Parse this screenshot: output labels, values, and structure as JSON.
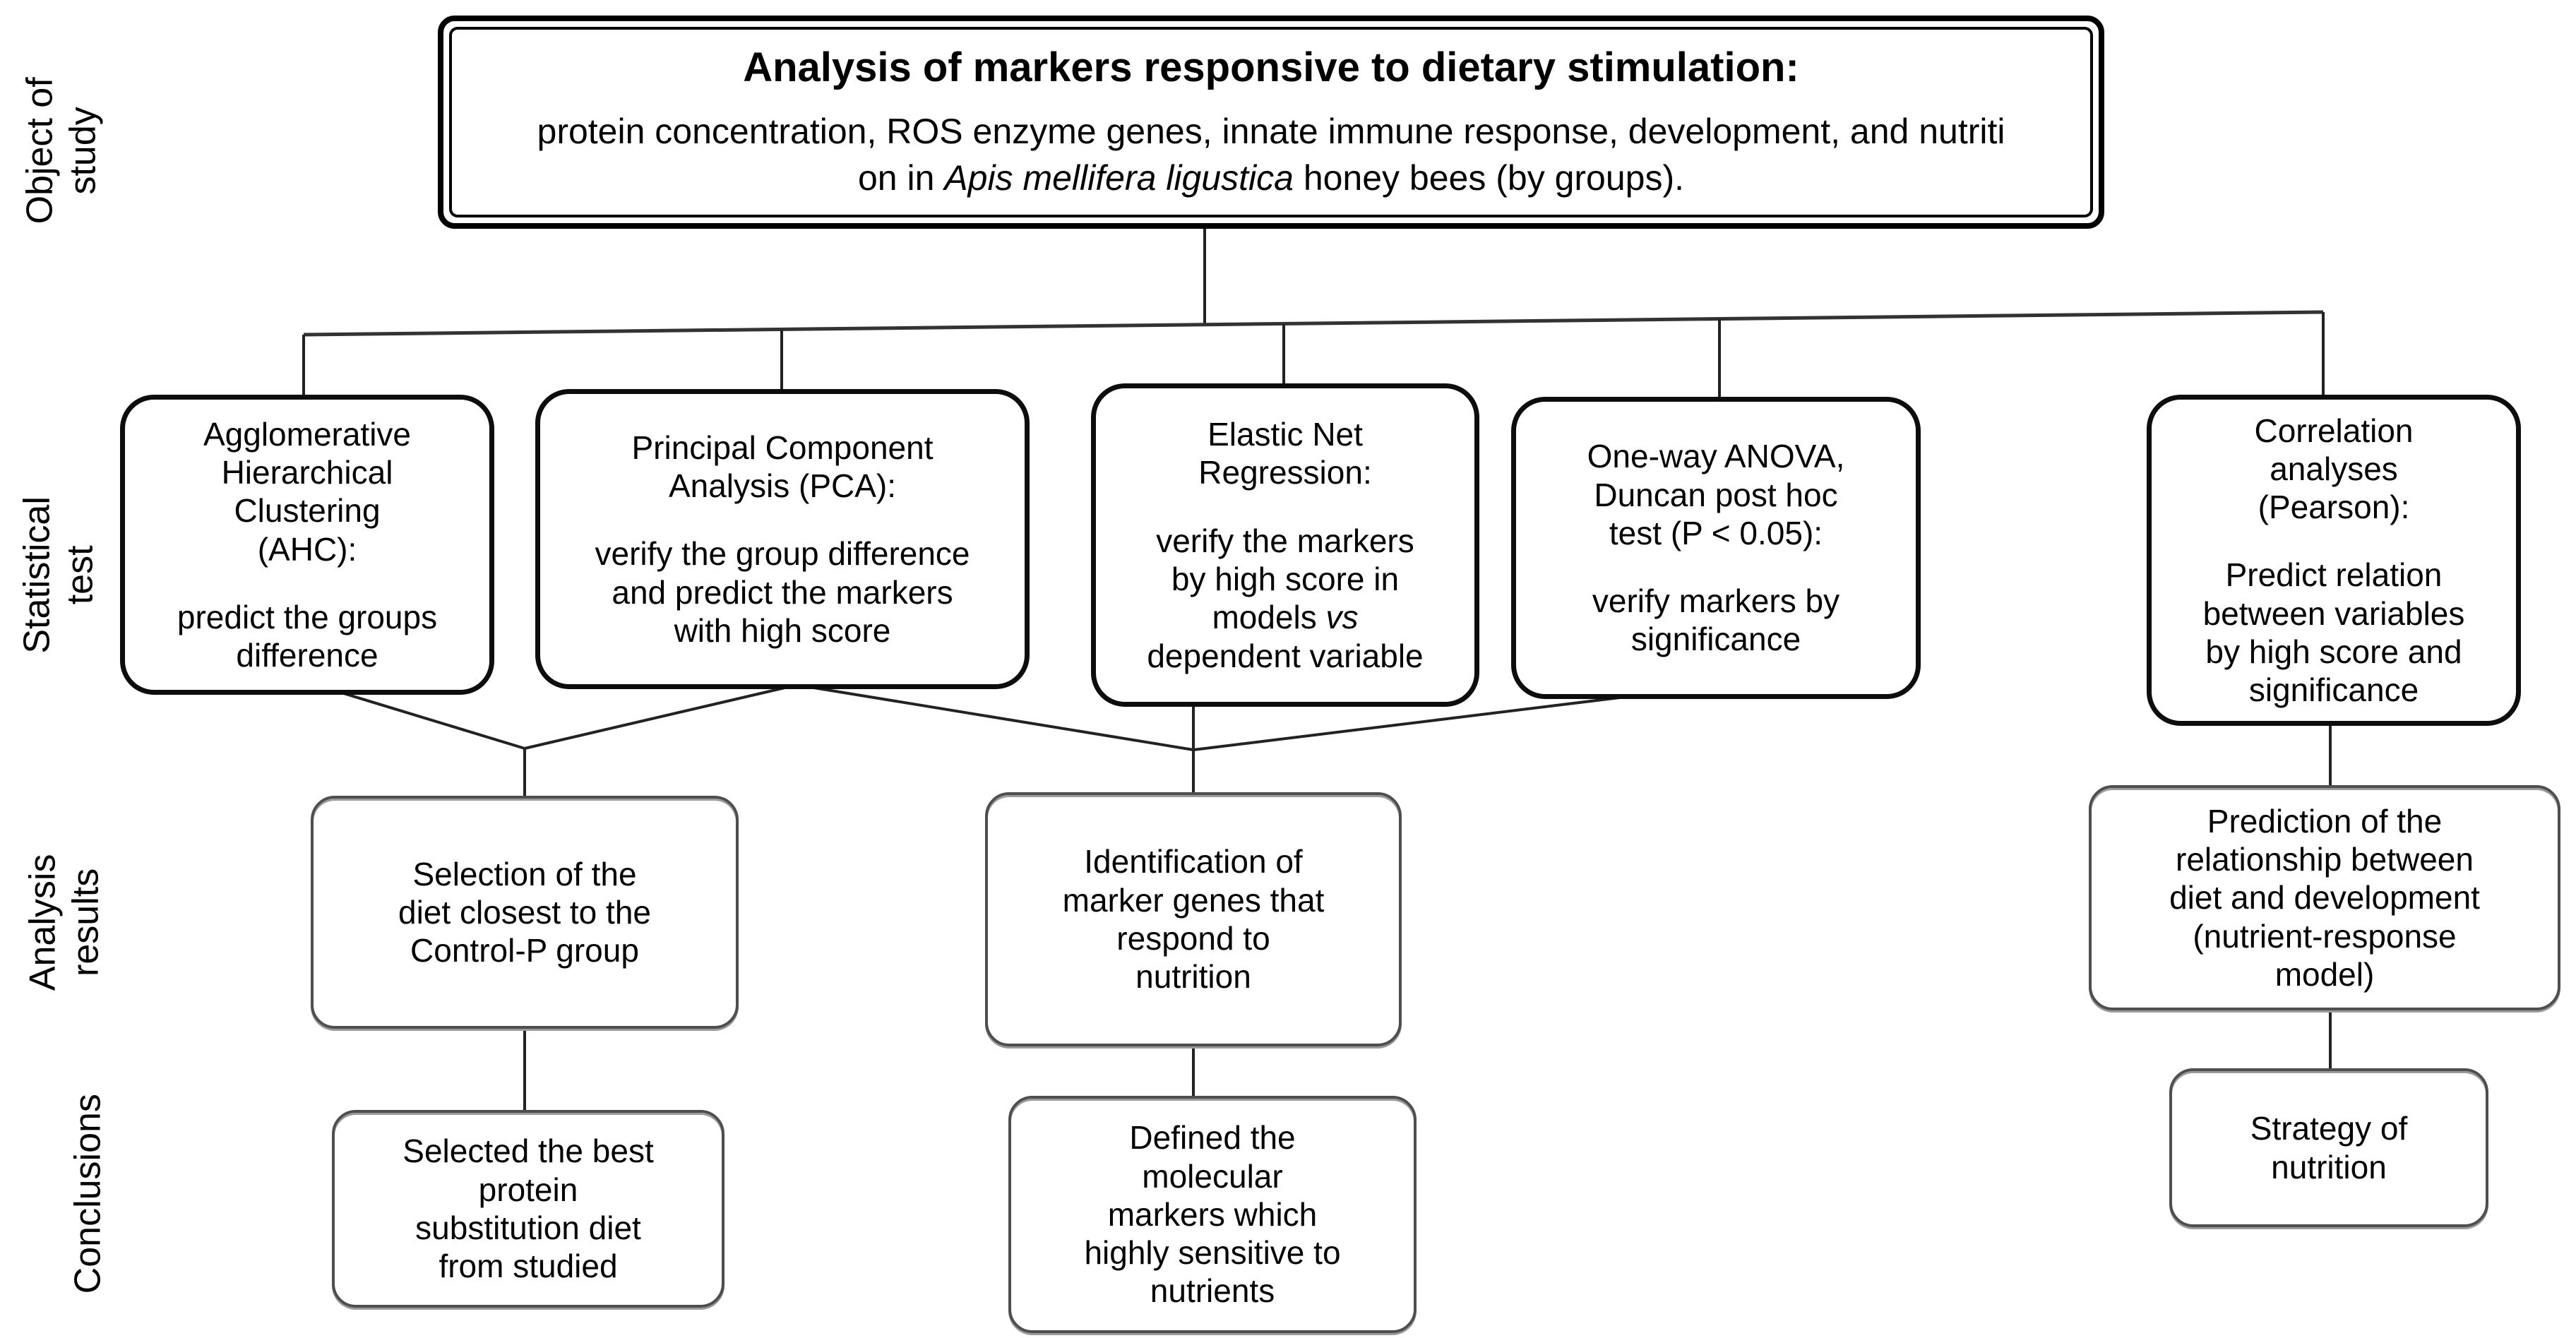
{
  "row_labels": [
    {
      "id": "object_of_study",
      "lines": [
        "Object of",
        "study"
      ]
    },
    {
      "id": "statistical_test",
      "lines": [
        "Statistical",
        "test"
      ]
    },
    {
      "id": "analysis_results",
      "lines": [
        "Analysis",
        "results"
      ]
    },
    {
      "id": "conclusions",
      "lines": [
        "Conclusions"
      ]
    }
  ],
  "title_box": {
    "heading": "Analysis of markers responsive to dietary stimulation:",
    "body_lines": [
      "protein concentration, ROS enzyme genes, innate immune response, development, and nutriti",
      "on in *Apis mellifera ligustica* honey bees (by groups)."
    ]
  },
  "statistical_tests": [
    {
      "id": "ahc",
      "heading_lines": [
        "Agglomerative",
        "Hierarchical",
        "Clustering",
        "(AHC):"
      ],
      "body_lines": [
        "predict the groups",
        "difference"
      ]
    },
    {
      "id": "pca",
      "heading_lines": [
        "Principal Component",
        "Analysis (PCA):"
      ],
      "body_lines": [
        "verify the group difference",
        "and predict the markers",
        "with high score"
      ]
    },
    {
      "id": "elastic_net",
      "heading_lines": [
        "Elastic Net",
        "Regression:"
      ],
      "body_lines": [
        "verify the markers",
        "by high score in",
        "models *vs*",
        "dependent variable"
      ]
    },
    {
      "id": "anova",
      "heading_lines": [
        "One-way ANOVA,",
        "Duncan post hoc",
        "test (P < 0.05):"
      ],
      "body_lines": [
        "verify markers by",
        "significance"
      ]
    },
    {
      "id": "correlation",
      "heading_lines": [
        "Correlation",
        "analyses",
        "(Pearson):"
      ],
      "body_lines": [
        "Predict relation",
        "between variables",
        "by high score and",
        "significance"
      ]
    }
  ],
  "analysis_results": [
    {
      "id": "selection",
      "lines": [
        "Selection of the",
        "diet closest to the",
        "Control-P group"
      ]
    },
    {
      "id": "identification",
      "lines": [
        "Identification of",
        "marker genes that",
        "respond to",
        "nutrition"
      ]
    },
    {
      "id": "prediction",
      "lines": [
        "Prediction of the",
        "relationship between",
        "diet and development",
        "(nutrient-response",
        "model)"
      ]
    }
  ],
  "conclusions": [
    {
      "id": "selected_diet",
      "lines": [
        "Selected the best",
        "protein",
        "substitution diet",
        "from studied"
      ]
    },
    {
      "id": "defined_markers",
      "lines": [
        "Defined the",
        "molecular",
        "markers which",
        "highly sensitive to",
        "nutrients"
      ]
    },
    {
      "id": "strategy",
      "lines": [
        "Strategy of",
        "nutrition"
      ]
    }
  ],
  "colors": {
    "background": "#ffffff",
    "text": "#000000",
    "box_border_dark": "#0d0d0d",
    "box_border_gray": "#4e4e4e",
    "connector_line": "#222222"
  }
}
